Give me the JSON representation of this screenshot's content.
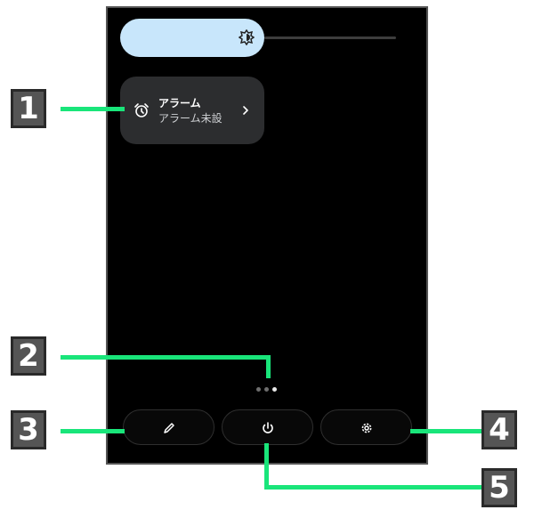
{
  "tile": {
    "title": "アラーム",
    "subtitle": "アラーム未設",
    "icon": "alarm-clock-icon"
  },
  "callouts": [
    "1",
    "2",
    "3",
    "4",
    "5"
  ],
  "page_indicator": {
    "pages": 3,
    "current": 3
  },
  "buttons": [
    {
      "name": "edit",
      "icon": "pencil-icon"
    },
    {
      "name": "power",
      "icon": "power-icon"
    },
    {
      "name": "settings",
      "icon": "gear-icon"
    }
  ],
  "colors": {
    "brightness_fill": "#c8e6fb",
    "tile_bg": "#2c2d2f",
    "callout_line": "#19e57a",
    "callout_bg": "#555555"
  }
}
